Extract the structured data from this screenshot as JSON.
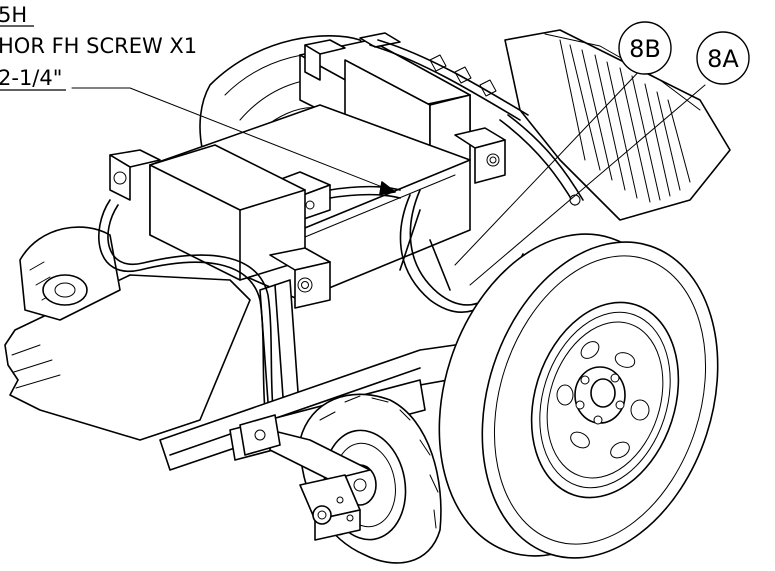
{
  "callout_text": {
    "line1": "5H",
    "line2": "HOR FH SCREW   X1",
    "line3": "2-1/4\""
  },
  "balloons": [
    {
      "label": "8B"
    },
    {
      "label": "8A"
    }
  ]
}
